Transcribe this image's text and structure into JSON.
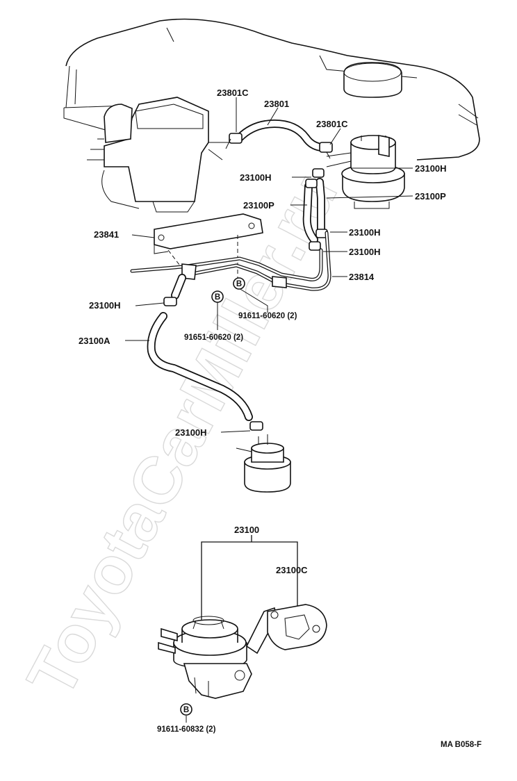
{
  "labels": {
    "l_23801c_a": "23801C",
    "l_23801": "23801",
    "l_23801c_b": "23801C",
    "l_23100h_1": "23100H",
    "l_23100h_2": "23100H",
    "l_23100p_1": "23100P",
    "l_23100p_2": "23100P",
    "l_23841": "23841",
    "l_23100h_3": "23100H",
    "l_23100h_4": "23100H",
    "l_23814": "23814",
    "l_23100h_5": "23100H",
    "l_91611_a": "91611-60620 (2)",
    "l_91651": "91651-60620 (2)",
    "l_23100a": "23100A",
    "l_23100h_6": "23100H",
    "l_23100": "23100",
    "l_23100c": "23100C",
    "l_91611_b": "91611-60832 (2)",
    "figure_code": "MA  B058-F"
  },
  "bolt_markers": {
    "b1": "B",
    "b2": "B",
    "b3": "B"
  },
  "watermark": "ToyotaCarMiller.ru"
}
